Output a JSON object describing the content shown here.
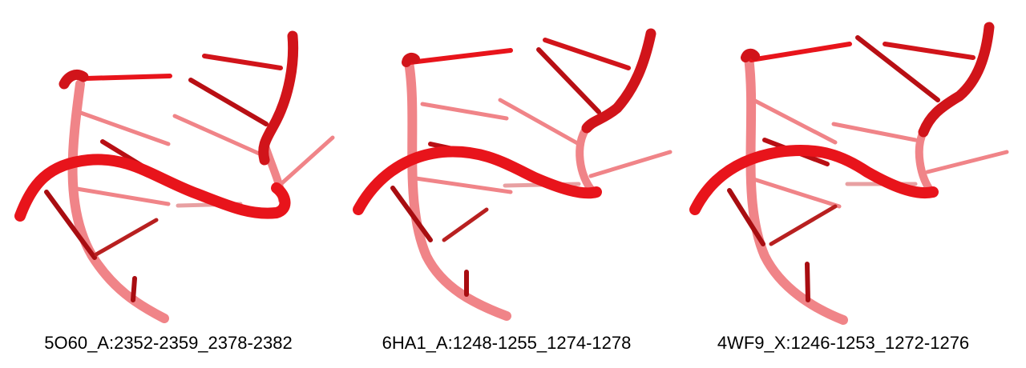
{
  "colors": {
    "strand": "#e8141b",
    "strand_dark": "#b80f14",
    "strand_faded": "#f07d80"
  },
  "panels": [
    {
      "label": "5O60_A:2352-2359_2378-2382"
    },
    {
      "label": "6HA1_A:1248-1255_1274-1278"
    },
    {
      "label": "4WF9_X:1246-1253_1272-1276"
    }
  ]
}
